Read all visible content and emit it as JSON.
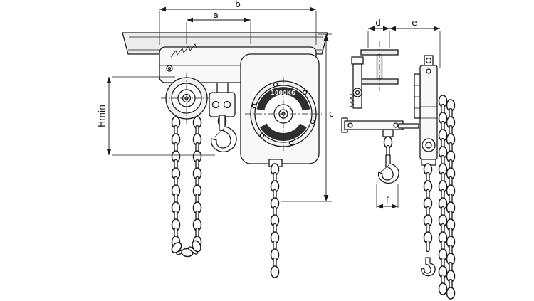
{
  "colors": {
    "line": "#1a1a1a",
    "beam_fill": "#ececec",
    "band_fill": "#2e2e2e"
  },
  "dimensions": {
    "a": "a",
    "b": "b",
    "c": "c",
    "d": "d",
    "e": "e",
    "f": "f",
    "hmin": "Hmin"
  },
  "hoist": {
    "capacity_label": "1000KG"
  }
}
